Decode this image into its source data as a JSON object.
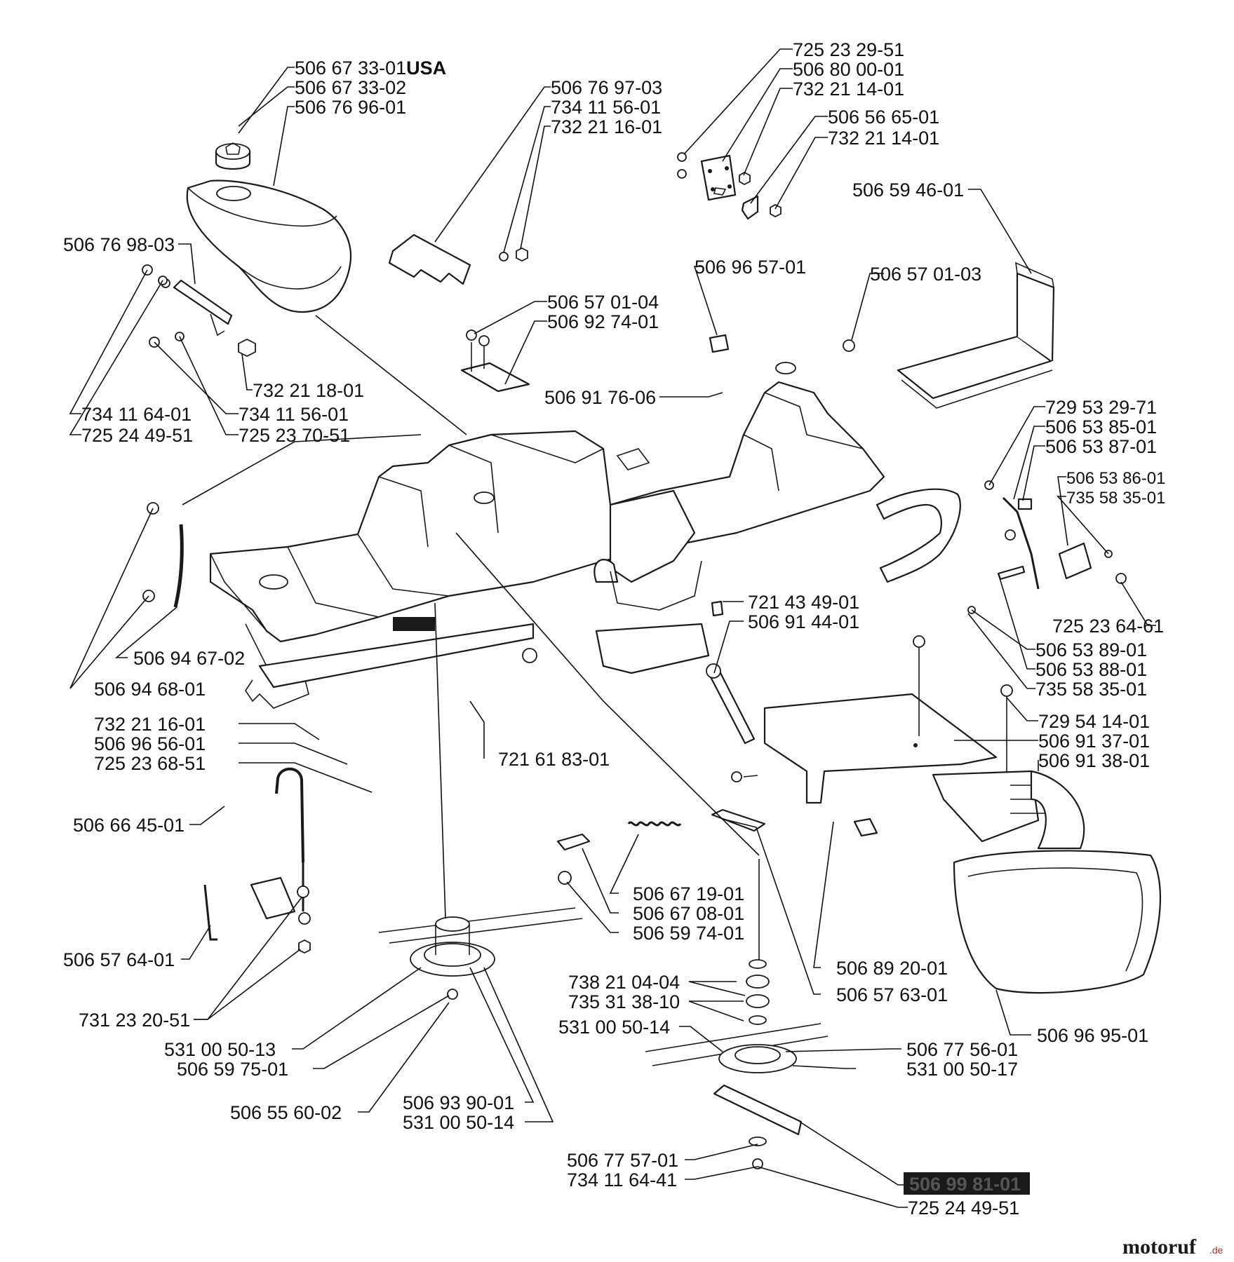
{
  "labels": [
    {
      "id": "506673301",
      "text": "506 67 33-01",
      "suffix": "USA"
    },
    {
      "id": "506673302",
      "text": "506 67 33-02"
    },
    {
      "id": "506769601",
      "text": "506 76 96-01"
    },
    {
      "id": "506769703",
      "text": "506 76 97-03"
    },
    {
      "id": "734115601a",
      "text": "734 11 56-01"
    },
    {
      "id": "732211601a",
      "text": "732 21 16-01"
    },
    {
      "id": "725232951",
      "text": "725 23 29-51"
    },
    {
      "id": "506800001",
      "text": "506 80 00-01"
    },
    {
      "id": "732211401a",
      "text": "732 21 14-01"
    },
    {
      "id": "506566501",
      "text": "506 56 65-01"
    },
    {
      "id": "732211401b",
      "text": "732 21 14-01"
    },
    {
      "id": "506594601",
      "text": "506 59 46-01"
    },
    {
      "id": "506769803",
      "text": "506 76 98-03"
    },
    {
      "id": "506965701",
      "text": "506 96 57-01"
    },
    {
      "id": "506570103",
      "text": "506 57 01-03"
    },
    {
      "id": "506570104",
      "text": "506 57 01-04"
    },
    {
      "id": "506927401",
      "text": "506 92 74-01"
    },
    {
      "id": "732211801",
      "text": "732 21 18-01"
    },
    {
      "id": "506917606",
      "text": "506 91 76-06"
    },
    {
      "id": "734116401",
      "text": "734 11 64-01"
    },
    {
      "id": "734115601b",
      "text": "734 11 56-01"
    },
    {
      "id": "725244951a",
      "text": "725 24 49-51"
    },
    {
      "id": "725237051",
      "text": "725 23 70-51"
    },
    {
      "id": "729532971",
      "text": "729 53 29-71"
    },
    {
      "id": "506538501",
      "text": "506 53 85-01"
    },
    {
      "id": "506538701",
      "text": "506 53 87-01"
    },
    {
      "id": "506538601",
      "text": "506 53 86-01"
    },
    {
      "id": "735583501a",
      "text": "735 58 35-01"
    },
    {
      "id": "725236461",
      "text": "725 23 64-61"
    },
    {
      "id": "721434901",
      "text": "721 43 49-01"
    },
    {
      "id": "506914401",
      "text": "506 91 44-01"
    },
    {
      "id": "506538901",
      "text": "506 53 89-01"
    },
    {
      "id": "506538801",
      "text": "506 53 88-01"
    },
    {
      "id": "735583501b",
      "text": "735 58 35-01"
    },
    {
      "id": "506946702",
      "text": "506 94 67-02"
    },
    {
      "id": "506946801",
      "text": "506 94 68-01"
    },
    {
      "id": "729541401",
      "text": "729 54 14-01"
    },
    {
      "id": "506913701",
      "text": "506 91 37-01"
    },
    {
      "id": "506913801",
      "text": "506 91 38-01"
    },
    {
      "id": "732211601b",
      "text": "732 21 16-01"
    },
    {
      "id": "506965601",
      "text": "506 96 56-01"
    },
    {
      "id": "725236851",
      "text": "725 23 68-51"
    },
    {
      "id": "721618301",
      "text": "721 61 83-01"
    },
    {
      "id": "506664501",
      "text": "506 66 45-01"
    },
    {
      "id": "506671901",
      "text": "506 67 19-01"
    },
    {
      "id": "506670801",
      "text": "506 67 08-01"
    },
    {
      "id": "506597401",
      "text": "506 59 74-01"
    },
    {
      "id": "506576401",
      "text": "506 57 64-01"
    },
    {
      "id": "506892001",
      "text": "506 89 20-01"
    },
    {
      "id": "738210404",
      "text": "738 21 04-04"
    },
    {
      "id": "506576301",
      "text": "506 57 63-01"
    },
    {
      "id": "735313810",
      "text": "735 31 38-10"
    },
    {
      "id": "731232051",
      "text": "731 23 20-51"
    },
    {
      "id": "531005014a",
      "text": "531 00 50-14"
    },
    {
      "id": "506969501",
      "text": "506 96 95-01"
    },
    {
      "id": "531005013",
      "text": "531 00 50-13"
    },
    {
      "id": "506775601",
      "text": "506 77 56-01"
    },
    {
      "id": "506597501",
      "text": "506 59 75-01"
    },
    {
      "id": "531005017",
      "text": "531 00 50-17"
    },
    {
      "id": "506556002",
      "text": "506 55 60-02"
    },
    {
      "id": "506939001",
      "text": "506 93 90-01"
    },
    {
      "id": "531005014b",
      "text": "531 00 50-14"
    },
    {
      "id": "506775701",
      "text": "506 77 57-01"
    },
    {
      "id": "734116441",
      "text": "734 11 64-41"
    },
    {
      "id": "725244951b",
      "text": "725 24 49-51"
    }
  ],
  "assembly_number": "506 99 81-01",
  "watermark": {
    "name": "motoruf",
    "tld": ".de"
  }
}
